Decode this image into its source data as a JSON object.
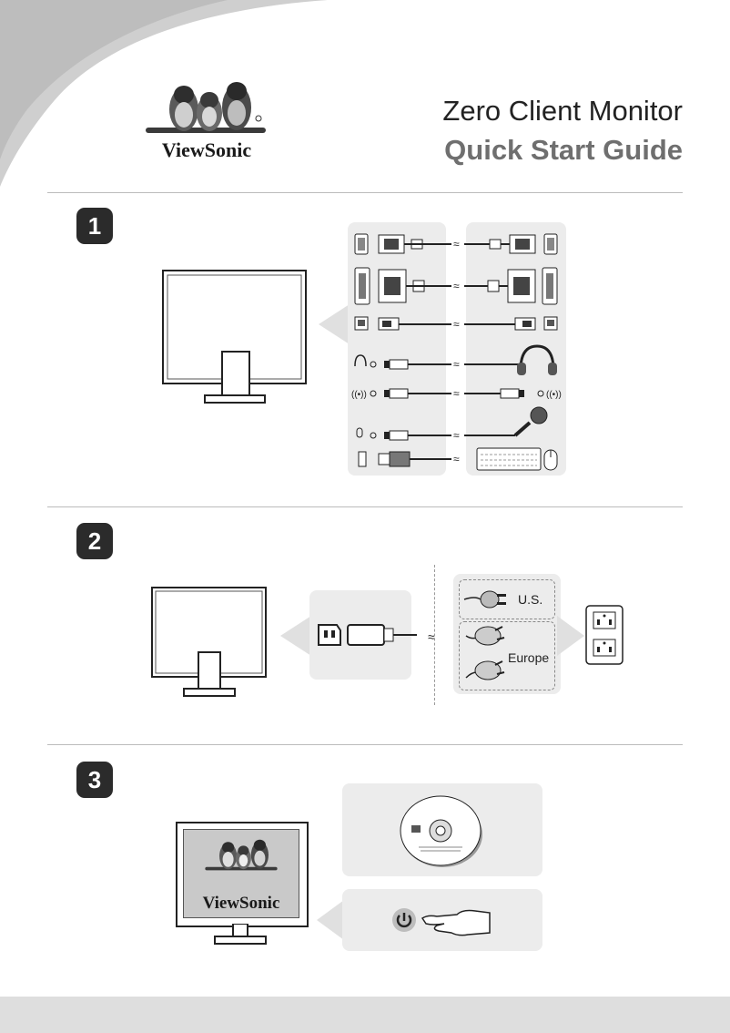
{
  "header": {
    "brand": "ViewSonic",
    "title_line1": "Zero Client Monitor",
    "title_line2": "Quick Start Guide"
  },
  "steps": [
    {
      "number": "1"
    },
    {
      "number": "2",
      "plug_labels": {
        "us": "U.S.",
        "europe": "Europe"
      }
    },
    {
      "number": "3",
      "screen_brand": "ViewSonic"
    }
  ],
  "icons": {
    "ports_left": [
      "vga-port-icon",
      "dvi-port-icon",
      "ethernet-port-icon",
      "headphone-jack-icon",
      "audio-line-jack-icon",
      "microphone-jack-icon",
      "usb-port-icon"
    ],
    "devices_right": [
      "headphones-icon",
      "microphone-icon",
      "keyboard-icon",
      "mouse-icon"
    ],
    "step3": [
      "cd-disc-icon",
      "power-button-icon",
      "pointing-hand-icon"
    ]
  },
  "colors": {
    "badge": "#2b2b2b",
    "panel": "#ececec",
    "title_accent": "#6f6f6f"
  }
}
